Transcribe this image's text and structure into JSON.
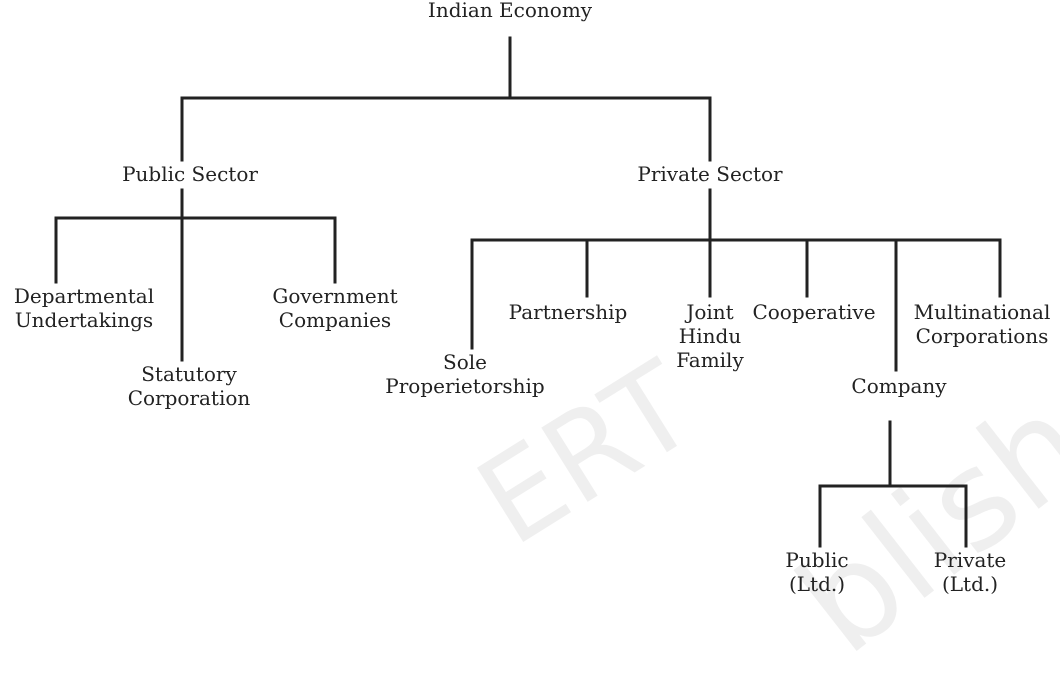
{
  "diagram": {
    "root": {
      "label": "Indian Economy"
    },
    "sectors": [
      {
        "label": "Public Sector",
        "children": [
          {
            "lines": [
              "Departmental",
              "Undertakings"
            ]
          },
          {
            "lines": [
              "Statutory",
              "Corporation"
            ]
          },
          {
            "lines": [
              "Government",
              "Companies"
            ]
          }
        ]
      },
      {
        "label": "Private Sector",
        "children": [
          {
            "lines": [
              "Sole",
              "Properietorship"
            ]
          },
          {
            "lines": [
              "Partnership"
            ]
          },
          {
            "lines": [
              "Joint",
              "Hindu",
              "Family"
            ]
          },
          {
            "lines": [
              "Cooperative"
            ]
          },
          {
            "lines": [
              "Company"
            ]
          },
          {
            "lines": [
              "Multinational",
              "Corporations"
            ]
          }
        ]
      }
    ],
    "company_types": [
      {
        "lines": [
          "Public",
          "(Ltd.)"
        ]
      },
      {
        "lines": [
          "Private",
          "(Ltd.)"
        ]
      }
    ]
  },
  "watermark": {
    "left": "ERT",
    "right": "blished"
  },
  "colors": {
    "line": "#222222",
    "text": "#222222"
  }
}
